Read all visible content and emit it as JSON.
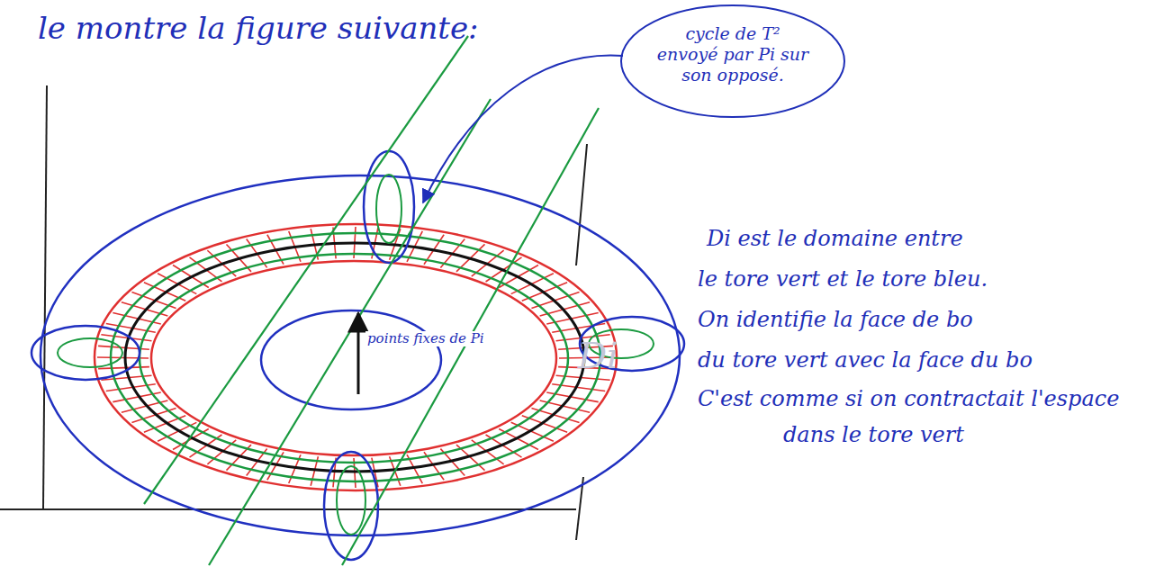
{
  "diagram": {
    "nodes": [
      {
        "text": [
          "cycle de T² envoyé par Pi sur son opposé."
        ]
      }
    ],
    "labels": [
      "le montre la figure suivante:",
      "points fixes de Pi",
      "Di",
      "Di est le domaine entre",
      "le tore vert et le tore bleu.",
      "On identifie la face de bo",
      "du tore vert avec la face du bo",
      "C'est comme si on contractait l'espace",
      "dans le tore vert"
    ]
  }
}
